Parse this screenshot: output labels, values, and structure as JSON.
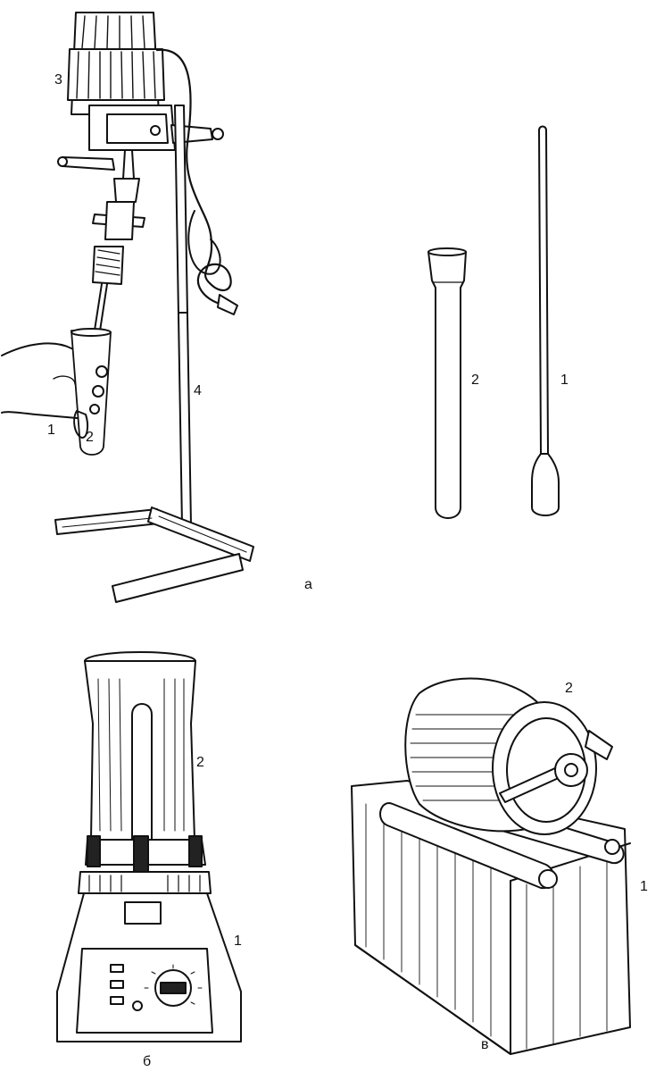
{
  "figure": {
    "a": {
      "caption": "а",
      "labels": {
        "l1": "1",
        "l2": "2",
        "l3": "3",
        "l4": "4"
      },
      "detail_labels": {
        "tube": "2",
        "rod": "1"
      }
    },
    "b": {
      "caption": "б",
      "labels": {
        "l1": "1",
        "l2": "2"
      }
    },
    "v": {
      "caption": "в",
      "labels": {
        "l1": "1",
        "l2": "2"
      }
    }
  }
}
